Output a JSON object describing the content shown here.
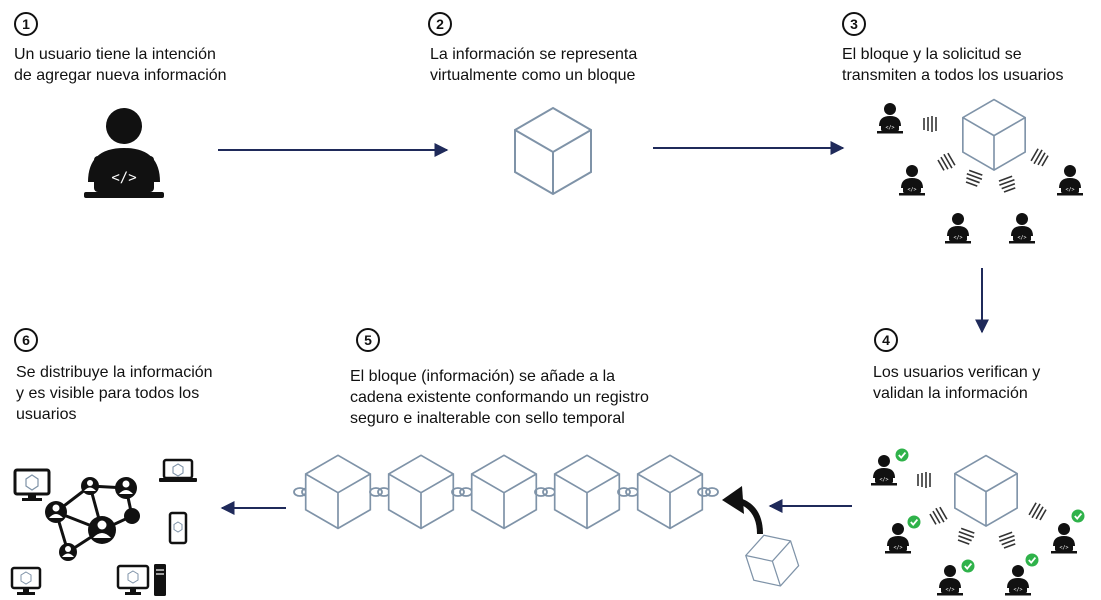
{
  "steps": [
    {
      "number": "1",
      "text": "Un usuario tiene la intención\nde agregar nueva información"
    },
    {
      "number": "2",
      "text": "La información se representa\nvirtualmente como un bloque"
    },
    {
      "number": "3",
      "text": "El bloque y la solicitud se\ntransmiten a todos los usuarios"
    },
    {
      "number": "4",
      "text": "Los usuarios verifican y\nvalidan la información"
    },
    {
      "number": "5",
      "text": "El bloque (información) se añade a la\ncadena existente conformando un registro\nseguro e inalterable con sello temporal"
    },
    {
      "number": "6",
      "text": "Se distribuye la información\ny es visible para todos los\nusuarios"
    }
  ],
  "icons": {
    "user": "user-laptop-icon",
    "block": "cube-icon",
    "check": "check-badge-icon",
    "link": "chain-link-icon"
  },
  "colors": {
    "arrow": "#1f2a5a",
    "block_stroke": "#7f93a8",
    "check": "#2fb24a",
    "ink": "#111111"
  }
}
